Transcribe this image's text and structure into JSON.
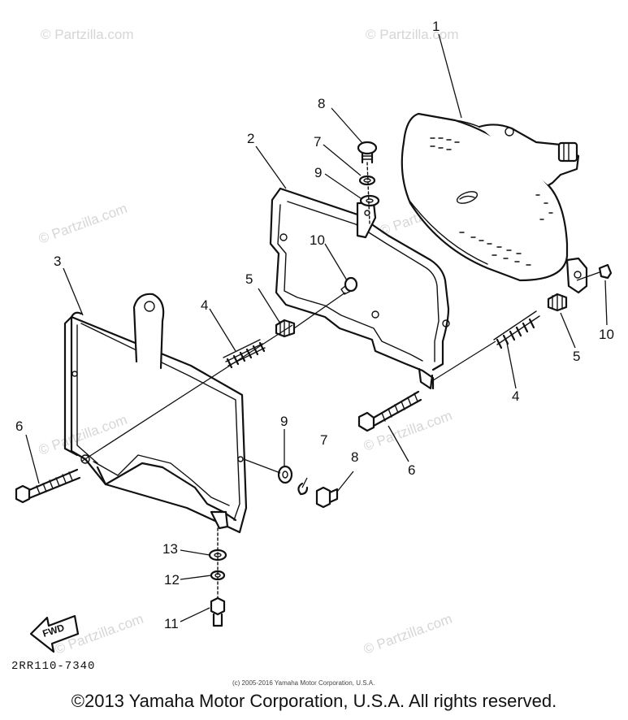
{
  "watermark": "© Partzilla.com",
  "callouts": {
    "c1": "1",
    "c2": "2",
    "c3": "3",
    "c4a": "4",
    "c4b": "4",
    "c5a": "5",
    "c5b": "5",
    "c6a": "6",
    "c6b": "6",
    "c7a": "7",
    "c7b": "7",
    "c8a": "8",
    "c8b": "8",
    "c9a": "9",
    "c9b": "9",
    "c10a": "10",
    "c10b": "10",
    "c11": "11",
    "c12": "12",
    "c13": "13"
  },
  "fwd_label": "FWD",
  "diagram_code": "2RR110-7340",
  "small_copyright": "(c) 2005-2016 Yamaha Motor Corporation, U.S.A.",
  "footer": "©2013 Yamaha Motor Corporation, U.S.A. All rights reserved."
}
